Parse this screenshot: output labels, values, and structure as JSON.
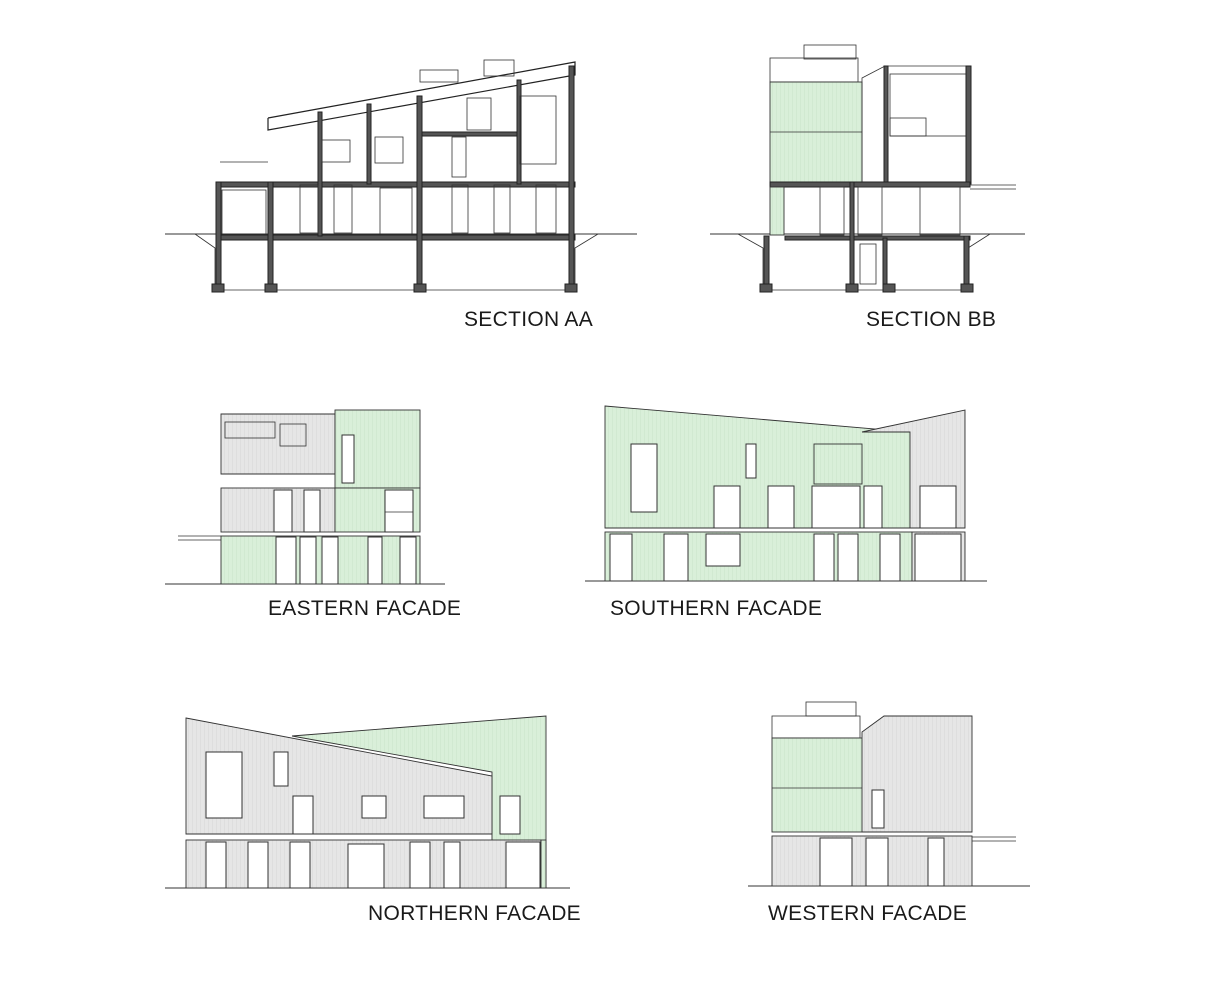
{
  "colors": {
    "cladding_green": "#d9efd9",
    "cladding_grey": "#e4e4e4",
    "cut_wall": "#555555",
    "line": "#333333"
  },
  "labels": {
    "section_aa": "SECTION AA",
    "section_bb": "SECTION BB",
    "eastern": "EASTERN FACADE",
    "southern": "SOUTHERN FACADE",
    "northern": "NORTHERN FACADE",
    "western": "WESTERN FACADE"
  }
}
